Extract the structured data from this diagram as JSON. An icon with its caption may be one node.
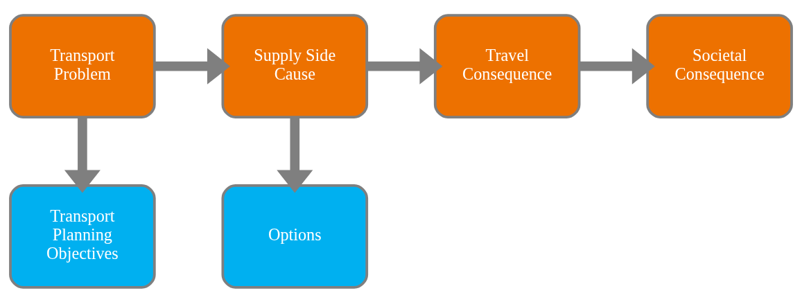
{
  "diagram": {
    "nodes": [
      {
        "text": [
          "Transport Problem"
        ]
      },
      {
        "text": [
          "Supply Side Cause"
        ]
      },
      {
        "text": [
          "Travel Consequence"
        ]
      },
      {
        "text": [
          "Societal Consequence"
        ]
      },
      {
        "text": [
          "Transport Planning Objectives"
        ]
      },
      {
        "text": [
          "Options"
        ]
      }
    ],
    "edges": [
      {
        "from": 0,
        "to": 1,
        "arrow": "to"
      },
      {
        "from": 1,
        "to": 2,
        "arrow": "to"
      },
      {
        "from": 2,
        "to": 3,
        "arrow": "to"
      },
      {
        "from": 0,
        "to": 4,
        "arrow": "to"
      },
      {
        "from": 1,
        "to": 5,
        "arrow": "to"
      }
    ]
  }
}
